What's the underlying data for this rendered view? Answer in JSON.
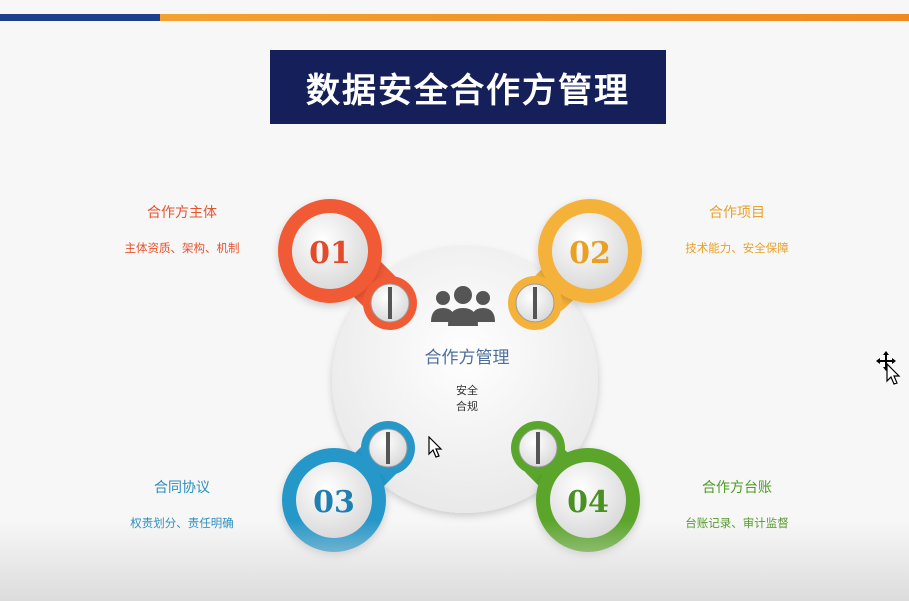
{
  "title": "数据安全合作方管理",
  "center": {
    "title": "合作方管理",
    "line1": "安全",
    "line2": "合规"
  },
  "items": [
    {
      "number": "01",
      "heading": "合作方主体",
      "detail": "主体资质、架构、机制",
      "color": "#f05a35"
    },
    {
      "number": "02",
      "heading": "合作项目",
      "detail": "技术能力、安全保障",
      "color": "#f5b23a"
    },
    {
      "number": "03",
      "heading": "合同协议",
      "detail": "权责划分、责任明确",
      "color": "#2797c9"
    },
    {
      "number": "04",
      "heading": "合作方台账",
      "detail": "台账记录、审计监督",
      "color": "#5aa52c"
    }
  ],
  "icons": {
    "center": "group-people-icon",
    "pointer": "mouse-pointer-icon",
    "move": "move-cursor-icon"
  },
  "colors": {
    "title_bg": "#15205a",
    "bar_blue": "#1f3f8a",
    "bar_orange": "#f08a1e"
  }
}
